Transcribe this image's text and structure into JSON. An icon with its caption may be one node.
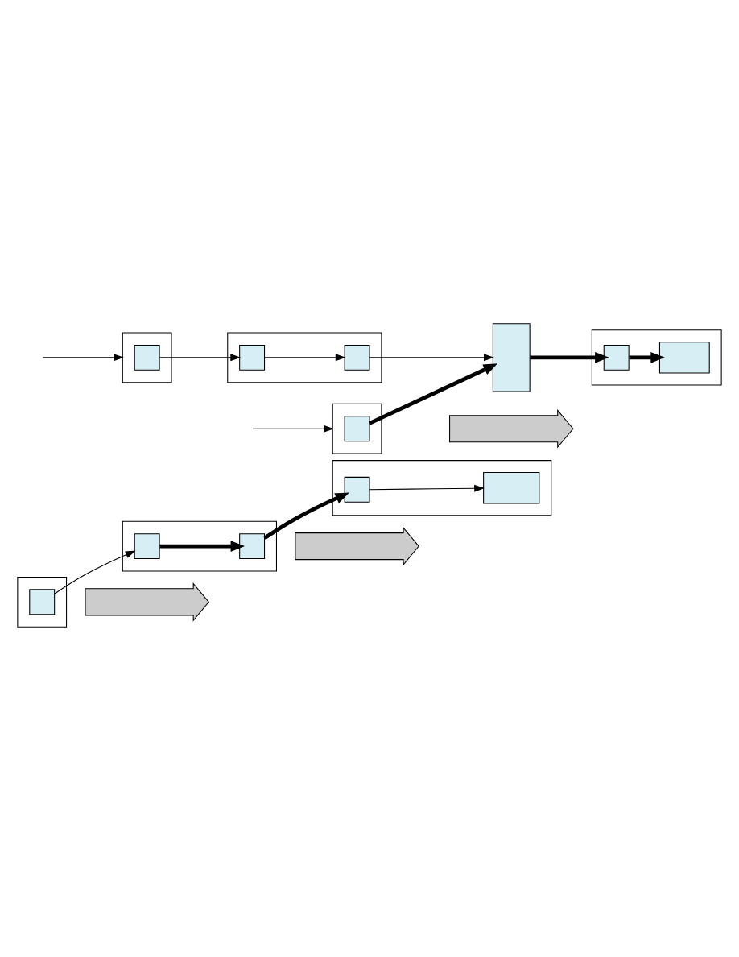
{
  "diagram": {
    "nodes": [
      {
        "text": [],
        "shape": "box"
      },
      {
        "text": [],
        "shape": "box",
        "in": 0
      },
      {
        "text": [],
        "shape": "box"
      },
      {
        "text": [],
        "shape": "box",
        "in": 2
      },
      {
        "text": [],
        "shape": "box",
        "in": 2
      },
      {
        "text": [],
        "shape": "box"
      },
      {
        "text": [],
        "shape": "box",
        "in": 5
      },
      {
        "text": [],
        "shape": "box",
        "in": 5
      },
      {
        "text": [],
        "shape": "arrow"
      },
      {
        "text": [],
        "shape": "arrow"
      },
      {
        "text": [],
        "shape": "box"
      },
      {
        "text": [],
        "shape": "box",
        "in": 10
      },
      {
        "text": [],
        "shape": "box"
      },
      {
        "text": [],
        "shape": "box"
      },
      {
        "text": [],
        "shape": "box",
        "in": 13
      },
      {
        "text": [],
        "shape": "box",
        "in": 13
      },
      {
        "text": [],
        "shape": "box"
      },
      {
        "text": [],
        "shape": "box",
        "in": 16
      },
      {
        "text": [],
        "shape": "box"
      },
      {
        "text": [],
        "shape": "box",
        "in": 18
      },
      {
        "text": [],
        "shape": "box",
        "in": 18
      },
      {
        "text": [],
        "shape": "arrow"
      }
    ],
    "edges": [
      {
        "from": 1,
        "to": 3,
        "arrow": "to"
      },
      {
        "from": 3,
        "to": 4,
        "arrow": "to",
        "style": "thick"
      },
      {
        "from": 4,
        "to": 6,
        "arrow": "to",
        "style": "thick"
      },
      {
        "from": 6,
        "to": 7,
        "arrow": "to"
      },
      {
        "from": 11,
        "to": 12,
        "arrow": "to",
        "style": "thick"
      },
      {
        "from": 20,
        "to": 12,
        "arrow": "to"
      },
      {
        "from": 12,
        "to": 14,
        "arrow": "to",
        "style": "thick"
      },
      {
        "from": 14,
        "to": 15,
        "arrow": "to",
        "style": "thick"
      },
      {
        "from": null,
        "to": 10,
        "arrow": "to"
      },
      {
        "from": null,
        "to": 16,
        "arrow": "to"
      },
      {
        "from": 17,
        "to": 19,
        "arrow": "to"
      },
      {
        "from": 19,
        "to": 20,
        "arrow": "to"
      }
    ]
  }
}
